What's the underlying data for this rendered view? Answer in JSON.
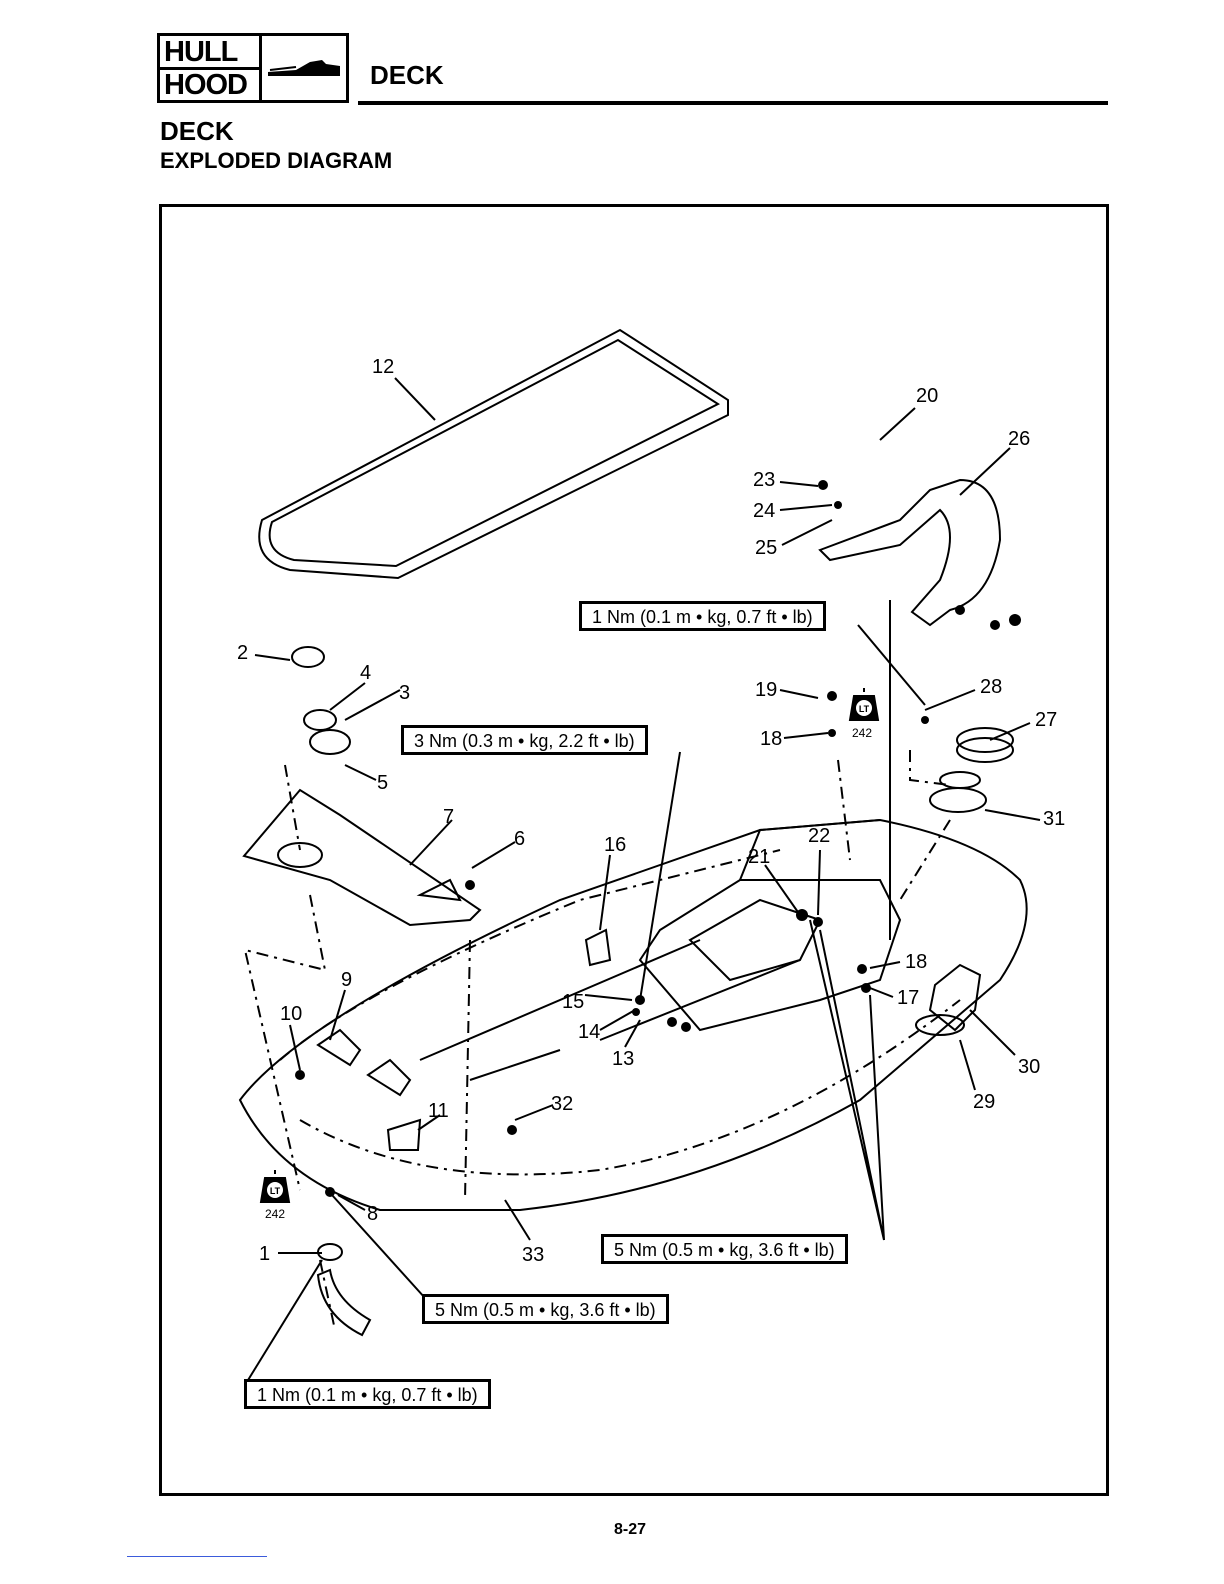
{
  "header": {
    "logo_top": "HULL",
    "logo_bottom": "HOOD",
    "section": "DECK"
  },
  "title": "DECK",
  "subtitle": "EXPLODED DIAGRAM",
  "callouts": [
    {
      "id": "c12",
      "label": "12"
    },
    {
      "id": "c20",
      "label": "20"
    },
    {
      "id": "c26",
      "label": "26"
    },
    {
      "id": "c23",
      "label": "23"
    },
    {
      "id": "c24",
      "label": "24"
    },
    {
      "id": "c25",
      "label": "25"
    },
    {
      "id": "c2",
      "label": "2"
    },
    {
      "id": "c4",
      "label": "4"
    },
    {
      "id": "c3",
      "label": "3"
    },
    {
      "id": "c19",
      "label": "19"
    },
    {
      "id": "c28",
      "label": "28"
    },
    {
      "id": "c27",
      "label": "27"
    },
    {
      "id": "c18a",
      "label": "18"
    },
    {
      "id": "c5",
      "label": "5"
    },
    {
      "id": "c31",
      "label": "31"
    },
    {
      "id": "c7",
      "label": "7"
    },
    {
      "id": "c6",
      "label": "6"
    },
    {
      "id": "c16",
      "label": "16"
    },
    {
      "id": "c22",
      "label": "22"
    },
    {
      "id": "c21",
      "label": "21"
    },
    {
      "id": "c18b",
      "label": "18"
    },
    {
      "id": "c9",
      "label": "9"
    },
    {
      "id": "c17",
      "label": "17"
    },
    {
      "id": "c10",
      "label": "10"
    },
    {
      "id": "c15",
      "label": "15"
    },
    {
      "id": "c14",
      "label": "14"
    },
    {
      "id": "c13",
      "label": "13"
    },
    {
      "id": "c30",
      "label": "30"
    },
    {
      "id": "c29",
      "label": "29"
    },
    {
      "id": "c11",
      "label": "11"
    },
    {
      "id": "c32",
      "label": "32"
    },
    {
      "id": "c8",
      "label": "8"
    },
    {
      "id": "c1",
      "label": "1"
    },
    {
      "id": "c33",
      "label": "33"
    }
  ],
  "torque_specs": {
    "t1": "1 Nm (0.1 m • kg, 0.7 ft • lb)",
    "t2": "3 Nm (0.3 m • kg, 2.2 ft • lb)",
    "t3": "5 Nm (0.5 m • kg, 3.6 ft • lb)",
    "t4": "5 Nm (0.5 m • kg, 3.6 ft • lb)",
    "t5": "1 Nm (0.1 m • kg, 0.7 ft • lb)"
  },
  "loctite": {
    "symbol": "LT",
    "number": "242"
  },
  "page_number": "8-27"
}
